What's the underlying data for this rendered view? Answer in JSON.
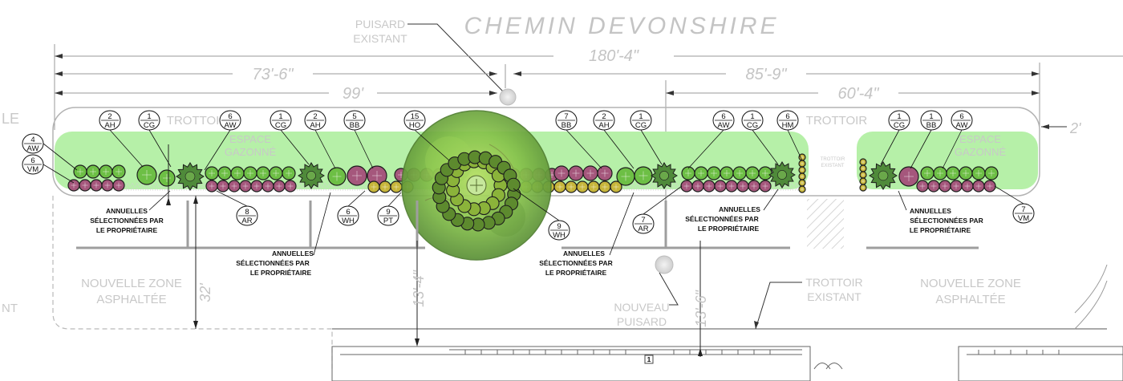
{
  "street_name": "CHEMIN DEVONSHIRE",
  "dimensions": {
    "total": "180'-4\"",
    "left_span": "73'-6\"",
    "right_span": "85'-9\"",
    "left_inner": "99'",
    "right_inner": "60'-4\"",
    "depth_left": "32'",
    "depth_center": "13'-4\"",
    "depth_right": "13'-6\""
  },
  "labels": {
    "puisard_existant": [
      "PUISARD",
      "EXISTANT"
    ],
    "trottoir_left": "TROTTOIR",
    "trottoir_right": "TROTTOIR",
    "espace_gazonne_left": [
      "ESPACE",
      "GAZONNÉ"
    ],
    "espace_gazonne_right": [
      "ESPACE",
      "GAZONNÉ"
    ],
    "trottoir_existant_small": [
      "TROTTOIR",
      "EXISTANT"
    ],
    "nouvelle_zone_left": [
      "NOUVELLE ZONE",
      "ASPHALTÉE"
    ],
    "nouvelle_zone_right": [
      "NOUVELLE ZONE",
      "ASPHALTÉE"
    ],
    "nouveau_puisard": [
      "NOUVEAU",
      "PUISARD"
    ],
    "trottoir_existant": [
      "TROTTOIR",
      "EXISTANT"
    ],
    "edge_le": "LE",
    "edge_nt": "NT",
    "edge_right": "2'",
    "marker_num": "1"
  },
  "annuelles_notes": [
    [
      "ANNUELLES",
      "SÉLECTIONNÉES PAR",
      "LE PROPRIÉTAIRE"
    ],
    [
      "ANNUELLES",
      "SÉLECTIONNÉES PAR",
      "LE PROPRIÉTAIRE"
    ],
    [
      "ANNUELLES",
      "SÉLECTIONNÉES PAR",
      "LE PROPRIÉTAIRE"
    ],
    [
      "ANNUELLES",
      "SÉLECTIONNÉES PAR",
      "LE PROPRIÉTAIRE"
    ],
    [
      "ANNUELLES",
      "SÉLECTIONNÉES PAR",
      "LE PROPRIÉTAIRE"
    ]
  ],
  "plant_tags_top": [
    {
      "qty": "2",
      "code": "AH"
    },
    {
      "qty": "1",
      "code": "CG"
    },
    {
      "qty": "6",
      "code": "AW"
    },
    {
      "qty": "1",
      "code": "CG"
    },
    {
      "qty": "2",
      "code": "AH"
    },
    {
      "qty": "5",
      "code": "BB"
    },
    {
      "qty": "15",
      "code": "HO"
    },
    {
      "qty": "7",
      "code": "BB"
    },
    {
      "qty": "2",
      "code": "AH"
    },
    {
      "qty": "1",
      "code": "CG"
    },
    {
      "qty": "6",
      "code": "AW"
    },
    {
      "qty": "1",
      "code": "CG"
    },
    {
      "qty": "6",
      "code": "HM"
    },
    {
      "qty": "1",
      "code": "CG"
    },
    {
      "qty": "1",
      "code": "BB"
    },
    {
      "qty": "6",
      "code": "AW"
    }
  ],
  "plant_tags_side": [
    {
      "qty": "4",
      "code": "AW"
    },
    {
      "qty": "6",
      "code": "VM"
    }
  ],
  "plant_tags_bottom": [
    {
      "qty": "8",
      "code": "AR"
    },
    {
      "qty": "6",
      "code": "WH"
    },
    {
      "qty": "9",
      "code": "PT"
    },
    {
      "qty": "9",
      "code": "WH"
    },
    {
      "qty": "7",
      "code": "AR"
    },
    {
      "qty": "7",
      "code": "VM"
    }
  ],
  "colors": {
    "lawn": "#b6f0a8",
    "shrub_green": "#6dbf45",
    "shrub_purple": "#a5577c",
    "shrub_yellow": "#c7b63b",
    "tree": "#7cc050",
    "line_grey": "#c4c4c4"
  }
}
